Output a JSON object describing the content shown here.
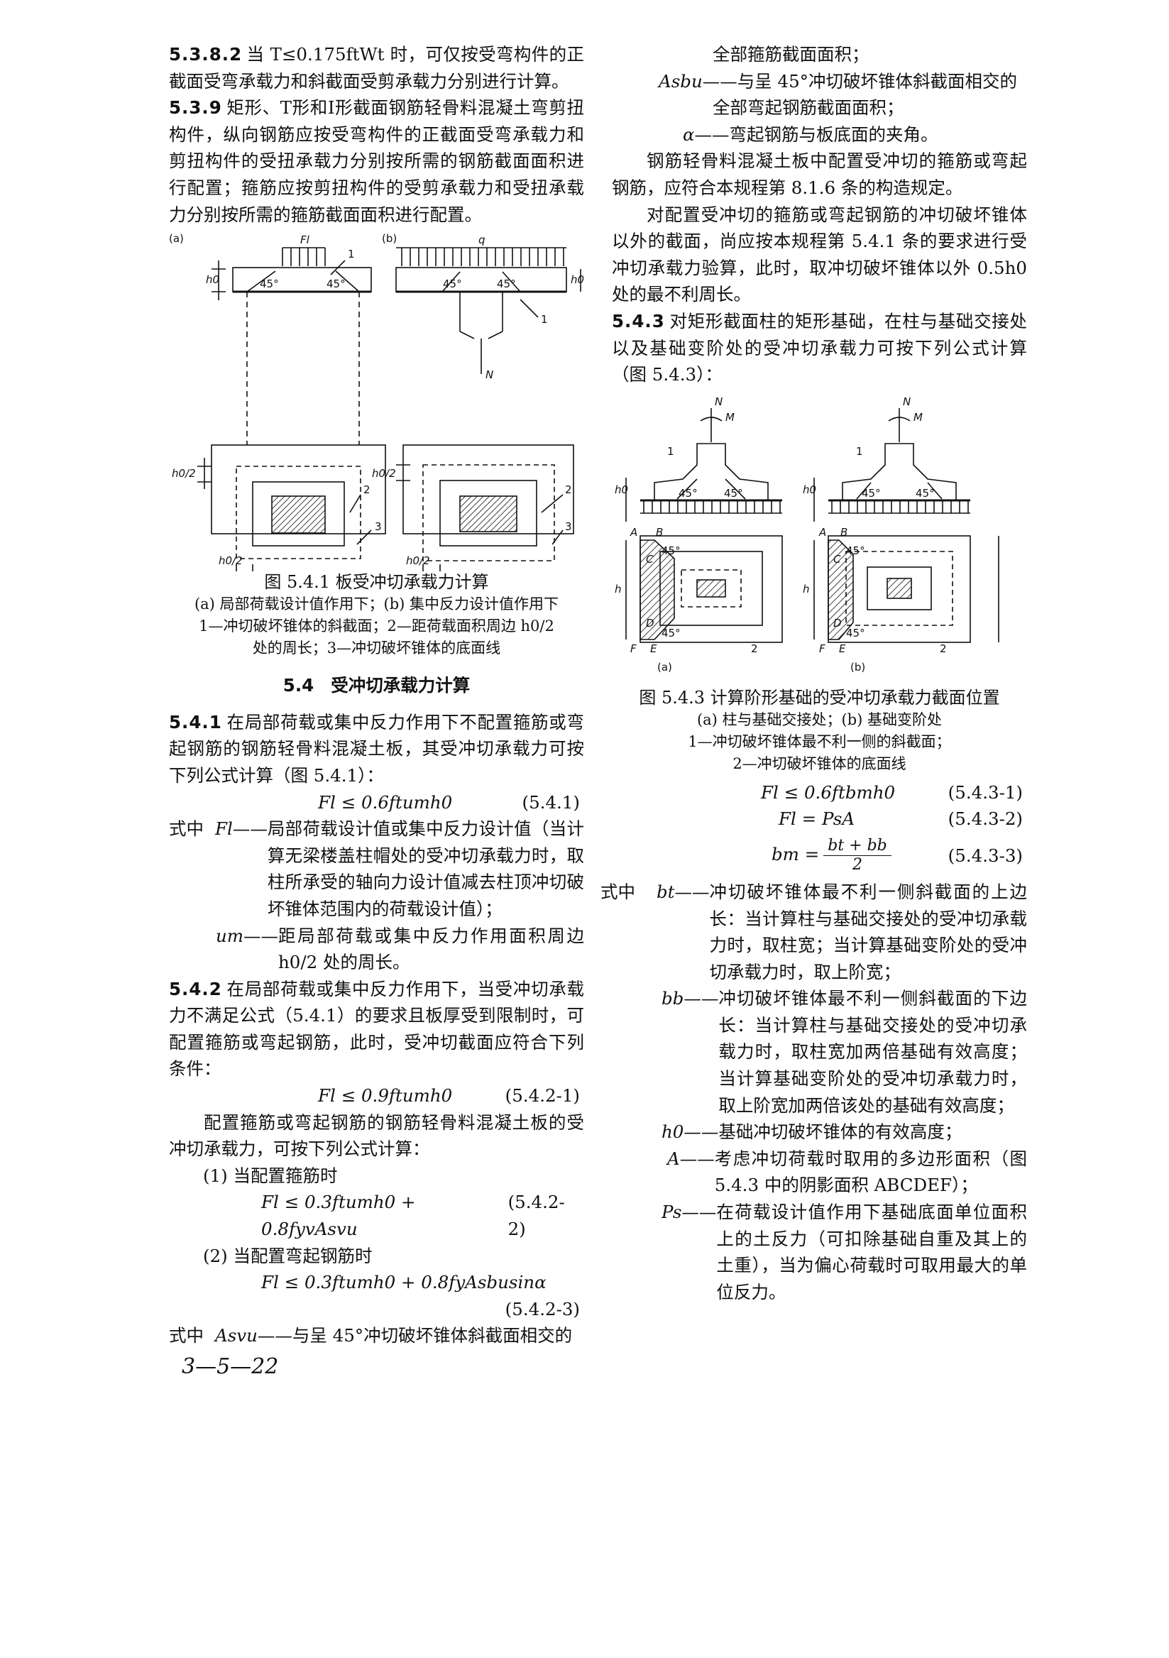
{
  "left": {
    "p5382_no": "5.3.8.2",
    "p5382_text": "当 T≤0.175ftWt 时，可仅按受弯构件的正截面受弯承载力和斜截面受剪承载力分别进行计算。",
    "p539_no": "5.3.9",
    "p539_text": "矩形、T形和I形截面钢筋轻骨料混凝土弯剪扭构件，纵向钢筋应按受弯构件的正截面受弯承载力和剪扭构件的受扭承载力分别按所需的钢筋截面面积进行配置；箍筋应按剪扭构件的受剪承载力和受扭承载力分别按所需的箍筋截面面积进行配置。",
    "fig541": {
      "label_a": "(a)",
      "label_b": "(b)",
      "load_Fl": "Fl",
      "load_q": "q",
      "angle": "45°",
      "h0": "h0",
      "h0_half": "h0/2",
      "N": "N",
      "n1": "1",
      "n2": "2",
      "n3": "3",
      "title": "图 5.4.1   板受冲切承载力计算",
      "cap1": "(a) 局部荷载设计值作用下；(b) 集中反力设计值作用下",
      "cap2": "1—冲切破坏锥体的斜截面；2—距荷载面积周边 h0/2",
      "cap3": "处的周长；3—冲切破坏锥体的底面线"
    },
    "sec54_no": "5.4",
    "sec54_title": "受冲切承载力计算",
    "p541_no": "5.4.1",
    "p541_text": "在局部荷载或集中反力作用下不配置箍筋或弯起钢筋的钢筋轻骨料混凝土板，其受冲切承载力可按下列公式计算（图 5.4.1）：",
    "f541": "Fl ≤ 0.6ftumh0",
    "f541_no": "(5.4.1)",
    "def_lead": "式中",
    "def_Fl_sym": "Fl",
    "def_Fl_txt": "局部荷载设计值或集中反力设计值（当计算无梁楼盖柱帽处的受冲切承载力时，取柱所承受的轴向力设计值减去柱顶冲切破坏锥体范围内的荷载设计值）；",
    "def_um_sym": "um",
    "def_um_txt": "距局部荷载或集中反力作用面积周边 h0/2 处的周长。",
    "p542_no": "5.4.2",
    "p542_text": "在局部荷载或集中反力作用下，当受冲切承载力不满足公式（5.4.1）的要求且板厚受到限制时，可配置箍筋或弯起钢筋，此时，受冲切截面应符合下列条件：",
    "f5421": "Fl ≤ 0.9ftumh0",
    "f5421_no": "(5.4.2-1)",
    "p542b_text": "配置箍筋或弯起钢筋的钢筋轻骨料混凝土板的受冲切承载力，可按下列公式计算：",
    "item1": "(1) 当配置箍筋时",
    "f5422": "Fl ≤ 0.3ftumh0 + 0.8fyvAsvu",
    "f5422_no": "(5.4.2-2)",
    "item2": "(2) 当配置弯起钢筋时",
    "f5423": "Fl ≤ 0.3ftumh0 + 0.8fyAsbusinα",
    "f5423_no": "(5.4.2-3)",
    "def_Asvu_sym": "Asvu",
    "def_Asvu_txt": "与呈 45°冲切破坏锥体斜截面相交的",
    "page_no": "3—5—22"
  },
  "right": {
    "def_Asvu_cont": "全部箍筋截面面积；",
    "def_Asbu_sym": "Asbu",
    "def_Asbu_txt": "与呈 45°冲切破坏锥体斜截面相交的",
    "def_Asbu_cont": "全部弯起钢筋截面面积；",
    "def_alpha_sym": "α",
    "def_alpha_txt": "弯起钢筋与板底面的夹角。",
    "p_a": "钢筋轻骨料混凝土板中配置受冲切的箍筋或弯起钢筋，应符合本规程第 8.1.6 条的构造规定。",
    "p_b": "对配置受冲切的箍筋或弯起钢筋的冲切破坏锥体以外的截面，尚应按本规程第 5.4.1 条的要求进行受冲切承载力验算，此时，取冲切破坏锥体以外 0.5h0 处的最不利周长。",
    "p543_no": "5.4.3",
    "p543_text": "对矩形截面柱的矩形基础，在柱与基础交接处以及基础变阶处的受冲切承载力可按下列公式计算（图 5.4.3）：",
    "fig543": {
      "label_a": "(a)",
      "label_b": "(b)",
      "N": "N",
      "M": "M",
      "angle": "45°",
      "h0": "h0",
      "h": "h",
      "A": "A",
      "B": "B",
      "C": "C",
      "D": "D",
      "E": "E",
      "F": "F",
      "n1": "1",
      "n2": "2",
      "title": "图 5.4.3   计算阶形基础的受冲切承载力截面位置",
      "cap1": "(a) 柱与基础交接处；(b) 基础变阶处",
      "cap2": "1—冲切破坏锥体最不利一侧的斜截面；",
      "cap3": "2—冲切破坏锥体的底面线"
    },
    "f5431": "Fl ≤ 0.6ftbmh0",
    "f5431_no": "(5.4.3-1)",
    "f5432": "Fl = PsA",
    "f5432_no": "(5.4.3-2)",
    "f5433_lhs": "bm =",
    "f5433_top": "bt + bb",
    "f5433_bot": "2",
    "f5433_no": "(5.4.3-3)",
    "def_lead": "式中",
    "def_bt_sym": "bt",
    "def_bt_txt": "冲切破坏锥体最不利一侧斜截面的上边长：当计算柱与基础交接处的受冲切承载力时，取柱宽；当计算基础变阶处的受冲切承载力时，取上阶宽；",
    "def_bb_sym": "bb",
    "def_bb_txt": "冲切破坏锥体最不利一侧斜截面的下边长：当计算柱与基础交接处的受冲切承载力时，取柱宽加两倍基础有效高度；当计算基础变阶处的受冲切承载力时，取上阶宽加两倍该处的基础有效高度；",
    "def_h0_sym": "h0",
    "def_h0_txt": "基础冲切破坏锥体的有效高度；",
    "def_A_sym": "A",
    "def_A_txt": "考虑冲切荷载时取用的多边形面积（图 5.4.3 中的阴影面积 ABCDEF）；",
    "def_Ps_sym": "Ps",
    "def_Ps_txt": "在荷载设计值作用下基础底面单位面积上的土反力（可扣除基础自重及其上的土重），当为偏心荷载时可取用最大的单位反力。"
  }
}
